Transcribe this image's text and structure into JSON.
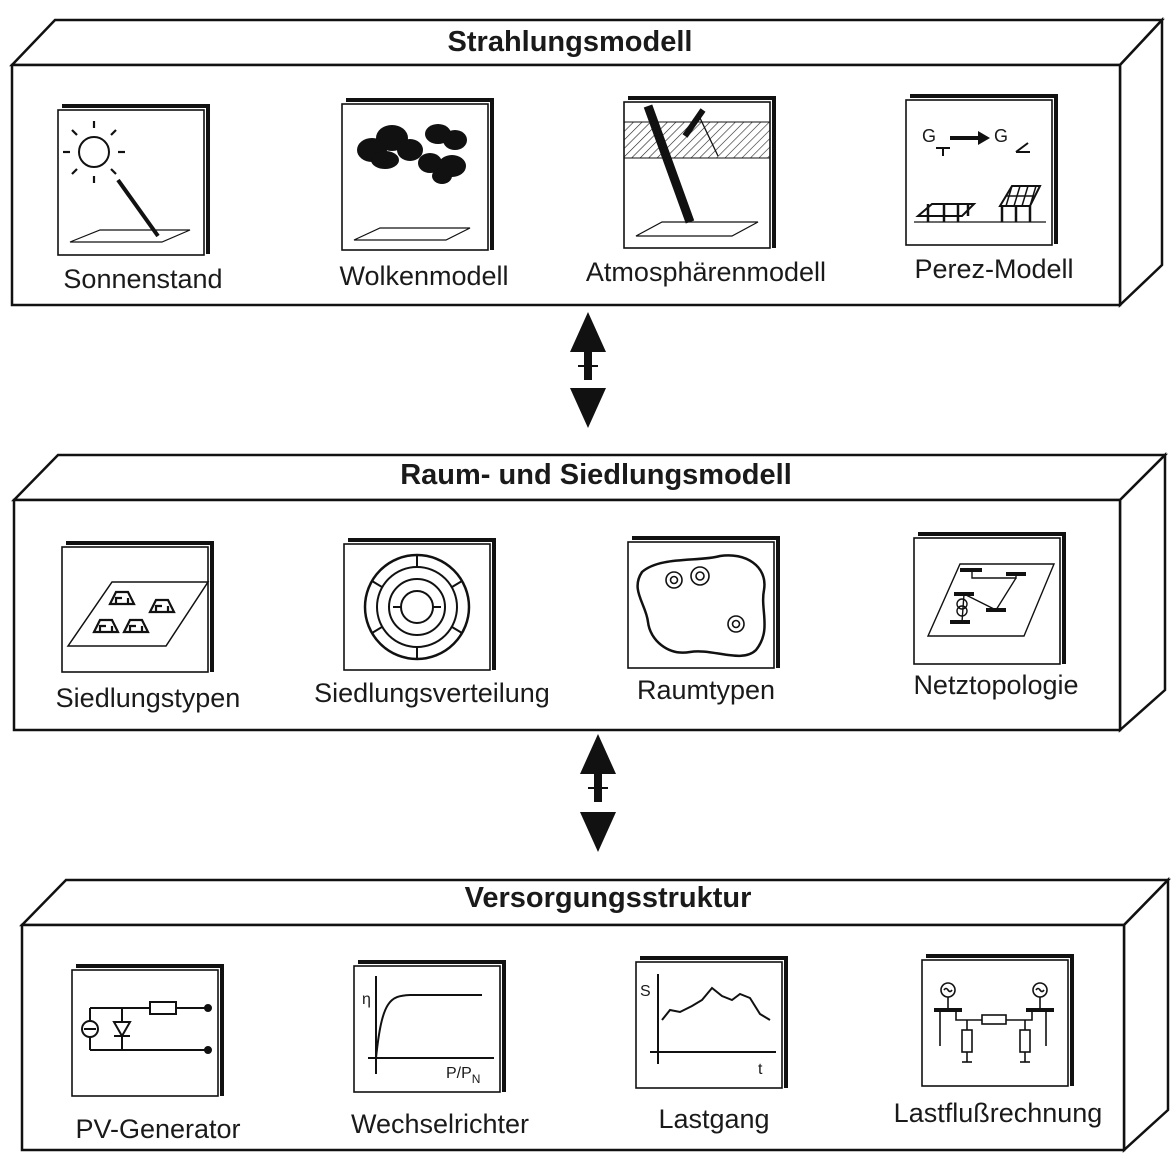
{
  "boxes": [
    {
      "title": "Strahlungsmodell",
      "items": [
        {
          "label": "Sonnenstand",
          "icon": "sun-position-icon"
        },
        {
          "label": "Wolkenmodell",
          "icon": "clouds-icon"
        },
        {
          "label": "Atmosphärenmodell",
          "icon": "atmosphere-icon"
        },
        {
          "label": "Perez-Modell",
          "icon": "perez-model-icon"
        }
      ]
    },
    {
      "title": "Raum- und Siedlungsmodell",
      "items": [
        {
          "label": "Siedlungstypen",
          "icon": "settlement-types-icon"
        },
        {
          "label": "Siedlungsverteilung",
          "icon": "settlement-distribution-icon"
        },
        {
          "label": "Raumtypen",
          "icon": "area-types-icon"
        },
        {
          "label": "Netztopologie",
          "icon": "network-topology-icon"
        }
      ]
    },
    {
      "title": "Versorgungsstruktur",
      "items": [
        {
          "label": "PV-Generator",
          "icon": "pv-generator-circuit-icon"
        },
        {
          "label": "Wechselrichter",
          "icon": "inverter-efficiency-icon"
        },
        {
          "label": "Lastgang",
          "icon": "load-profile-icon"
        },
        {
          "label": "Lastflußrechnung",
          "icon": "load-flow-icon"
        }
      ]
    }
  ],
  "icon_text": {
    "perez_g1": "G",
    "perez_g2": "G",
    "eta": "η",
    "p_over": "P/P",
    "p_sub": "N",
    "s": "S",
    "t": "t"
  }
}
